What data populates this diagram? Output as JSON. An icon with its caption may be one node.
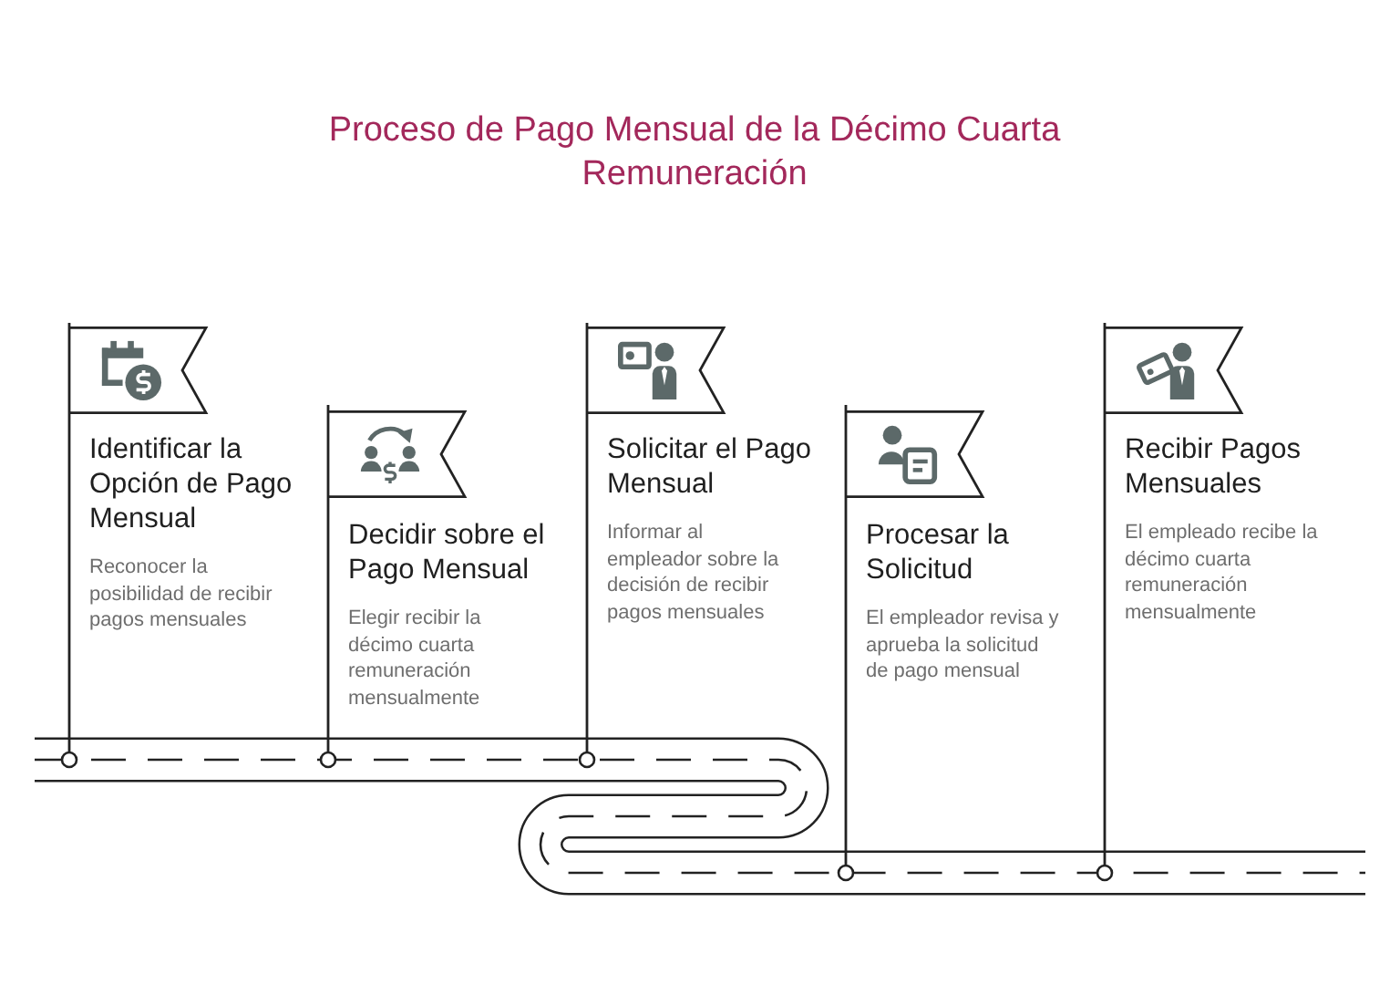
{
  "diagram": {
    "title": "Proceso de Pago Mensual de la Décimo Cuarta Remuneración",
    "nodes": [
      {
        "text": [
          "Identificar la Opción de Pago Mensual",
          "Reconocer la posibilidad de recibir pagos mensuales"
        ]
      },
      {
        "text": [
          "Decidir sobre el Pago Mensual",
          "Elegir recibir la décimo cuarta remuneración mensualmente"
        ]
      },
      {
        "text": [
          "Solicitar el Pago Mensual",
          "Informar al empleador sobre la decisión de recibir pagos mensuales"
        ]
      },
      {
        "text": [
          "Procesar la Solicitud",
          "El empleador revisa y aprueba la solicitud de pago mensual"
        ]
      },
      {
        "text": [
          "Recibir Pagos Mensuales",
          "El empleado recibe la décimo cuarta remuneración mensualmente"
        ]
      }
    ]
  }
}
